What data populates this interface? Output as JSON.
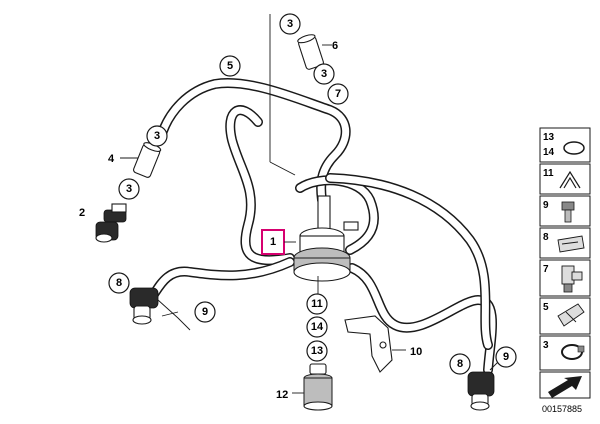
{
  "diagram": {
    "callouts": {
      "c3a": "3",
      "c6": "6",
      "c3b": "3",
      "c7": "7",
      "c5": "5",
      "c3c": "3",
      "c4": "4",
      "c3d": "3",
      "c2": "2",
      "c1": "1",
      "c8a": "8",
      "c9a": "9",
      "c11": "11",
      "c14": "14",
      "c13": "13",
      "c10": "10",
      "c12": "12",
      "c8b": "8",
      "c9b": "9"
    },
    "sidebar": {
      "row1": "13\n14",
      "row1_top": "13",
      "row1_bottom": "14",
      "row2": "11",
      "row3": "9",
      "row4": "8",
      "row5": "7",
      "row6": "5",
      "row7": "3"
    },
    "figure_id": "00157885",
    "colors": {
      "highlight": "#d6006f",
      "line": "#1a1a1a"
    }
  }
}
